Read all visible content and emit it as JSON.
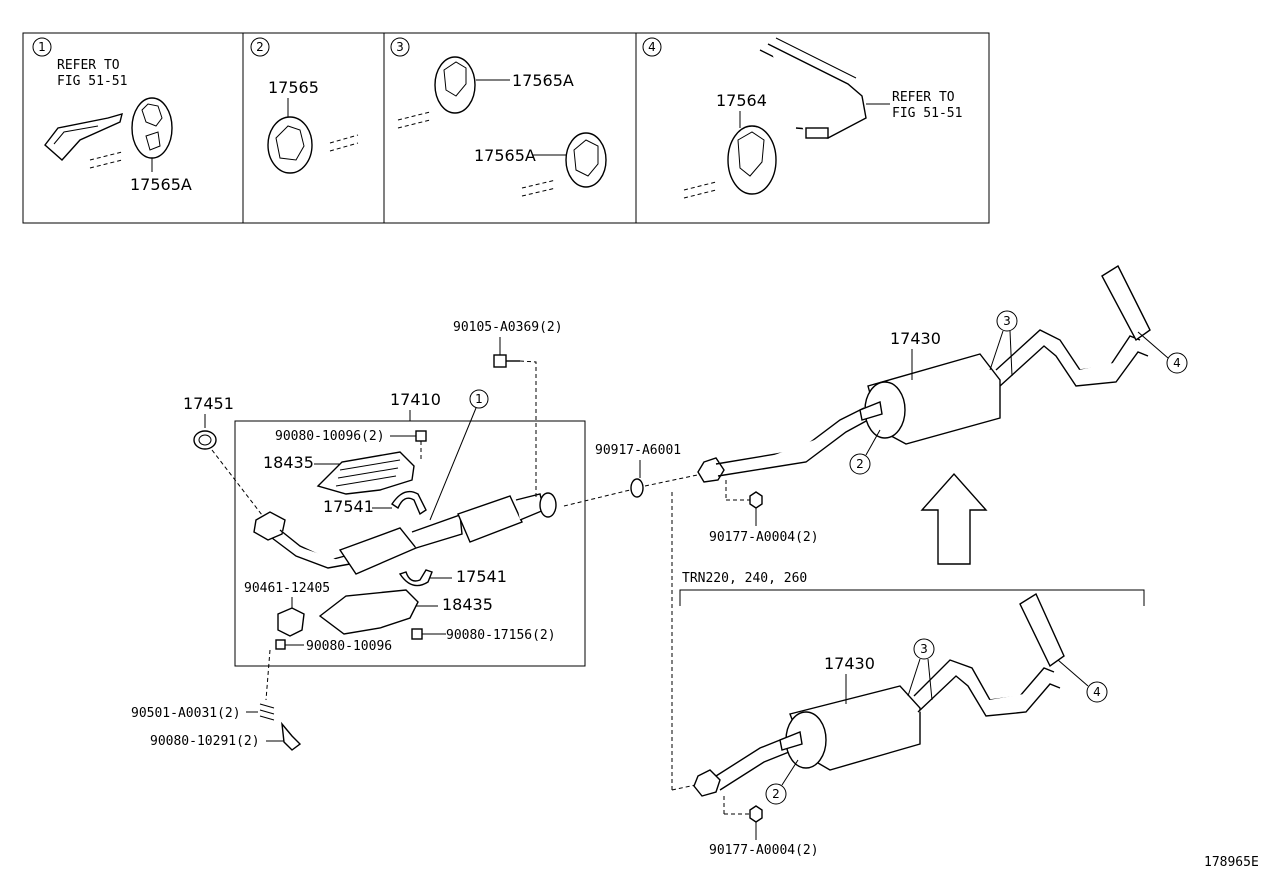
{
  "figure_id": "178965E",
  "insets": [
    {
      "num": "1",
      "refer": [
        "REFER TO",
        "FIG 51-51"
      ],
      "parts": [
        "17565A"
      ]
    },
    {
      "num": "2",
      "parts": [
        "17565"
      ]
    },
    {
      "num": "3",
      "parts": [
        "17565A",
        "17565A"
      ]
    },
    {
      "num": "4",
      "parts": [
        "17564"
      ],
      "refer": [
        "REFER TO",
        "FIG 51-51"
      ]
    }
  ],
  "parts": {
    "p17451": "17451",
    "p17410": "17410",
    "p9008010096_2": "90080-10096(2)",
    "p18435a": "18435",
    "p17541a": "17541",
    "p17541b": "17541",
    "p18435b": "18435",
    "p9046112405": "90461-12405",
    "p9008010096": "90080-10096",
    "p9008017156_2": "90080-17156(2)",
    "p90501A0031_2": "90501-A0031(2)",
    "p9008010291_2": "90080-10291(2)",
    "p90105A0369_2": "90105-A0369(2)",
    "p90917A6001": "90917-A6001",
    "p90177A0004_2a": "90177-A0004(2)",
    "p17430a": "17430",
    "p17430b": "17430",
    "p90177A0004_2b": "90177-A0004(2)",
    "variant": "TRN220, 240, 260"
  },
  "callouts": {
    "c1": "1",
    "c2a": "2",
    "c3a": "3",
    "c4a": "4",
    "c2b": "2",
    "c3b": "3",
    "c4b": "4"
  }
}
